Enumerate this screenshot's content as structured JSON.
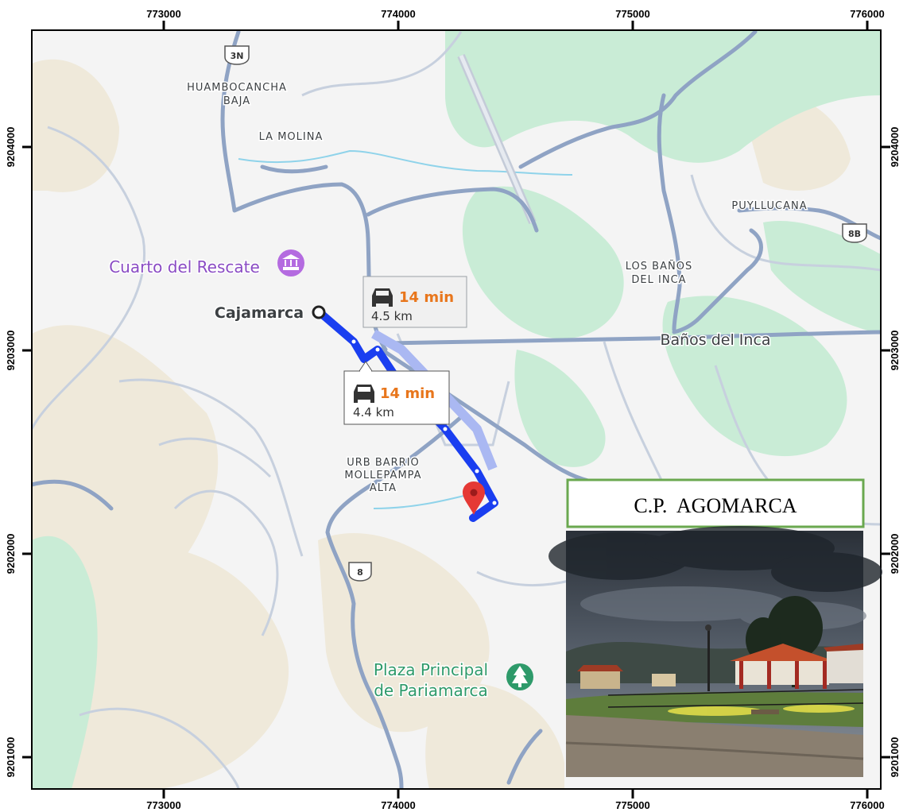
{
  "map": {
    "x_ticks": [
      "773000",
      "774000",
      "775000",
      "776000"
    ],
    "y_ticks": [
      "9204000",
      "9203000",
      "9202000",
      "9201000"
    ]
  },
  "labels": {
    "huambocancha_1": "HUAMBOCANCHA",
    "huambocancha_2": "BAJA",
    "la_molina": "LA MOLINA",
    "puyllucana": "PUYLLUCANA",
    "los_banos_1": "LOS BAÑOS",
    "los_banos_2": "DEL INCA",
    "cuarto_rescate": "Cuarto del Rescate",
    "cajamarca": "Cajamarca",
    "banos_del_inca": "Baños del Inca",
    "urb_1": "URB BARRIO",
    "urb_2": "MOLLEPAMPA",
    "urb_3": "ALTA",
    "plaza_1": "Plaza Principal",
    "plaza_2": "de Pariamarca"
  },
  "shields": {
    "s3n": "3N",
    "s8b": "8B",
    "s8": "8"
  },
  "eta_boxes": [
    {
      "time": "14 min",
      "distance": "4.5 km"
    },
    {
      "time": "14 min",
      "distance": "4.4 km"
    }
  ],
  "inset": {
    "title": "C.P.  AGOMARCA"
  },
  "colors": {
    "route": "#1a3ef0",
    "route_alt": "#aab8f2",
    "road": "#8fa3c4",
    "green_area": "#c9ecd6",
    "tan_area": "#efe9da",
    "base": "#f4f4f4",
    "eta_time": "#e8761c",
    "pin": "#e53935",
    "inset_border": "#6aa84f"
  }
}
